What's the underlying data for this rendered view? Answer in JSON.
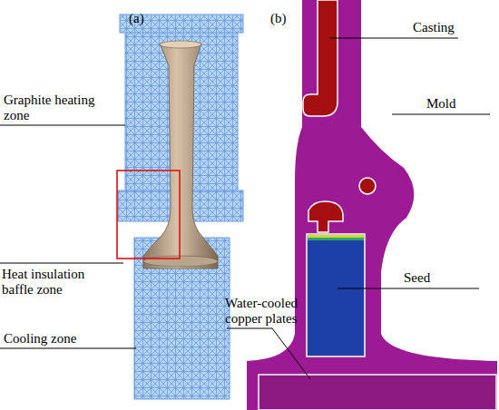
{
  "diagram": {
    "labels": [
      "(a)",
      "Graphite heating zone",
      "Heat insulation baffle zone",
      "Cooling zone",
      "(b)",
      "Casting",
      "Mold",
      "Seed",
      "Water-cooled copper plates"
    ]
  }
}
